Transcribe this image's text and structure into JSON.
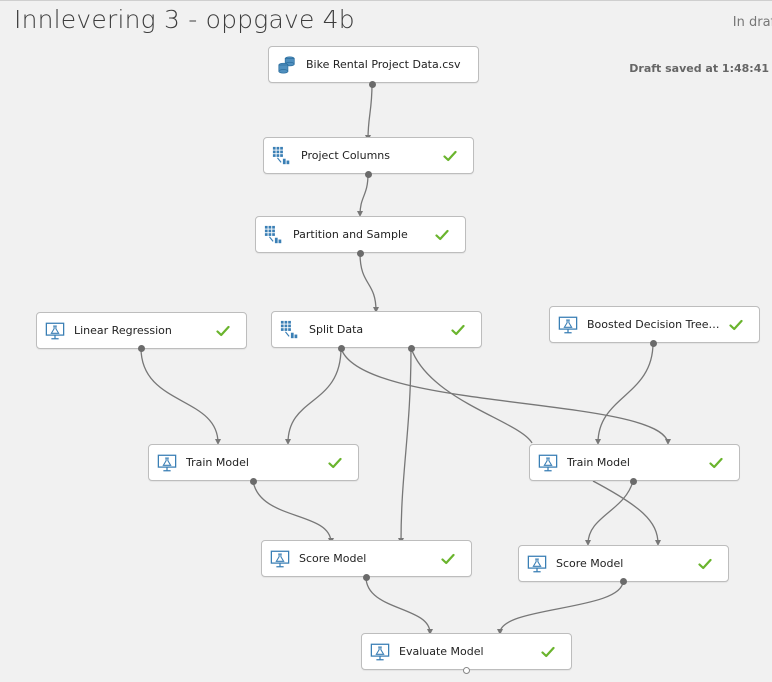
{
  "header": {
    "title": "Innlevering 3 - oppgave 4b",
    "status": "In draft",
    "draft_saved": "Draft saved at 1:48:41"
  },
  "colors": {
    "check": "#6ab42d",
    "icon": "#3a7fb5",
    "edge": "#777777"
  },
  "nodes": {
    "dataset": {
      "label": "Bike Rental Project Data.csv",
      "icon": "dataset-icon",
      "status": "none"
    },
    "project_columns": {
      "label": "Project Columns",
      "icon": "project-columns-icon",
      "status": "finished"
    },
    "partition_sample": {
      "label": "Partition and Sample",
      "icon": "partition-icon",
      "status": "finished"
    },
    "linear_regression": {
      "label": "Linear Regression",
      "icon": "model-icon",
      "status": "finished"
    },
    "split_data": {
      "label": "Split Data",
      "icon": "split-icon",
      "status": "finished"
    },
    "boosted_tree": {
      "label": "Boosted Decision Tree Regre...",
      "icon": "model-icon",
      "status": "finished"
    },
    "train_model_1": {
      "label": "Train Model",
      "icon": "model-icon",
      "status": "finished"
    },
    "train_model_2": {
      "label": "Train Model",
      "icon": "model-icon",
      "status": "finished"
    },
    "score_model_1": {
      "label": "Score Model",
      "icon": "model-icon",
      "status": "finished"
    },
    "score_model_2": {
      "label": "Score Model",
      "icon": "model-icon",
      "status": "finished"
    },
    "evaluate_model": {
      "label": "Evaluate Model",
      "icon": "model-icon",
      "status": "finished"
    }
  }
}
